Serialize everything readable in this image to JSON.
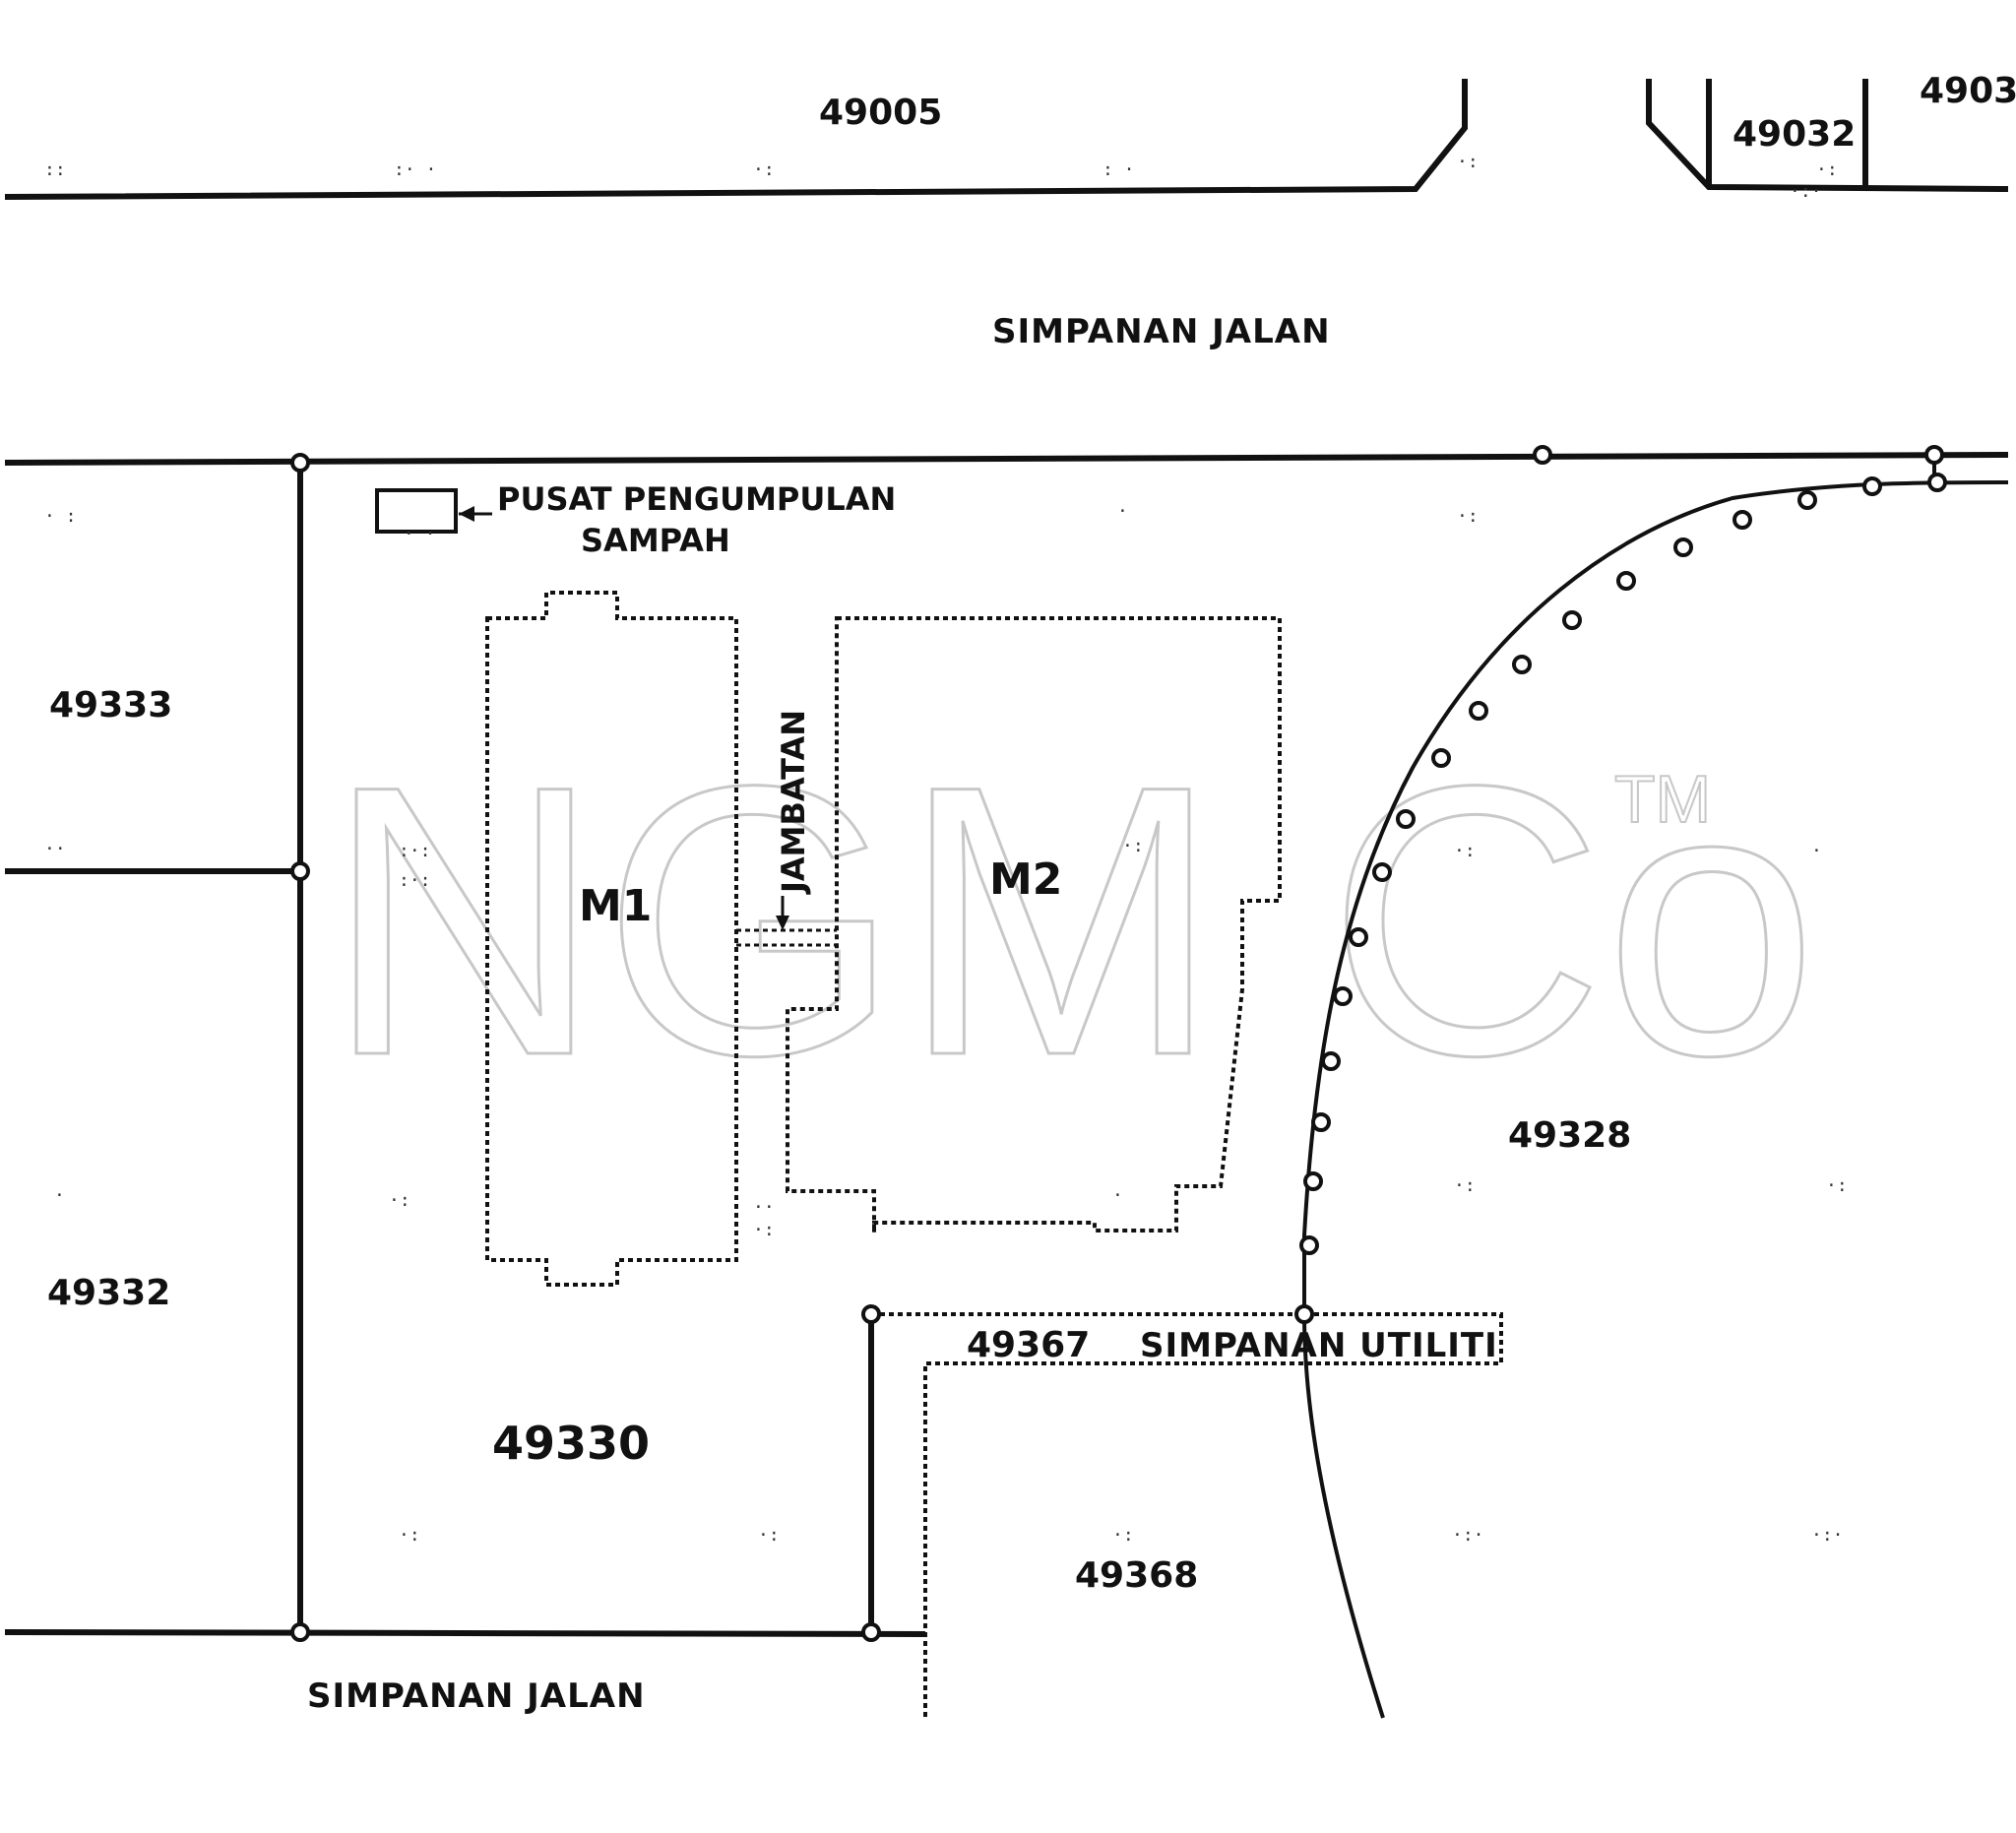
{
  "map": {
    "watermark": {
      "text": "NGM Co",
      "mark": "TM"
    },
    "roads": {
      "top": "SIMPANAN JALAN",
      "bottom": "SIMPANAN JALAN"
    },
    "lots": {
      "l49005": "49005",
      "l49032": "49032",
      "l4903x": "4903",
      "l49333": "49333",
      "l49332": "49332",
      "l49330": "49330",
      "l49328": "49328",
      "l49367": "49367",
      "l49368": "49368"
    },
    "reserve": {
      "utility": "SIMPANAN UTILITI"
    },
    "buildings": {
      "m1": "M1",
      "m2": "M2"
    },
    "annotations": {
      "waste_line1": "PUSAT PENGUMPULAN",
      "waste_line2": "SAMPAH",
      "bridge": "JAMBATAN"
    }
  }
}
